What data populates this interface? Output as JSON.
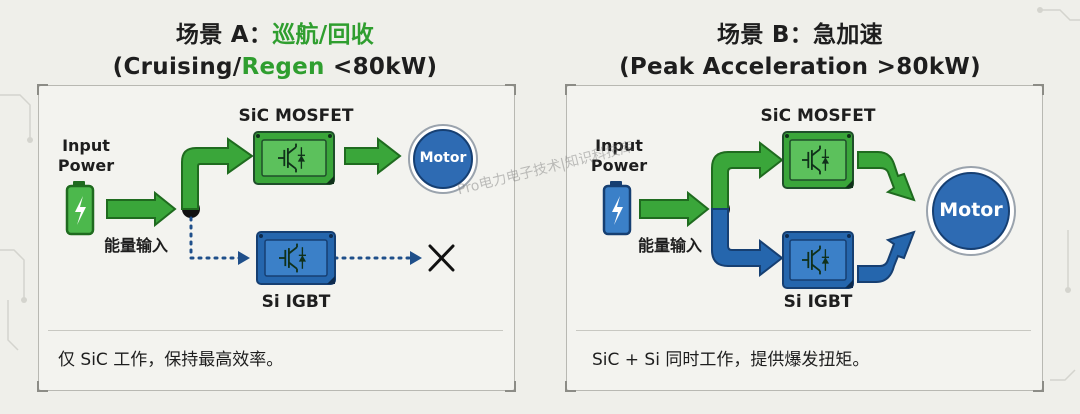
{
  "scenario_a": {
    "title_prefix": "场景 A：",
    "title_highlight": "巡航/回收",
    "subtitle_open": "(Cruising/",
    "subtitle_highlight": "Regen",
    "subtitle_rest": " <80kW)",
    "input_label_line1": "Input",
    "input_label_line2": "Power",
    "energy_label": "能量输入",
    "sic_label": "SiC MOSFET",
    "si_label": "Si IGBT",
    "motor_label": "Motor",
    "caption": "仅 SiC 工作，保持最高效率。"
  },
  "scenario_b": {
    "title": "场景 B：急加速",
    "subtitle": "(Peak Acceleration >80kW)",
    "input_label_line1": "Input",
    "input_label_line2": "Power",
    "energy_label": "能量输入",
    "sic_label": "SiC MOSFET",
    "si_label": "Si IGBT",
    "motor_label": "Motor",
    "caption": "SiC + Si 同时工作，提供爆发扭矩。"
  },
  "watermark": "Pro电力电子技术|知识科技库",
  "colors": {
    "green": "#3aa63a",
    "green_dark": "#1f6b1f",
    "blue": "#2566ad",
    "blue_dark": "#163f72",
    "motor_blue": "#2e6bb3",
    "title_green": "#2f9e2f"
  }
}
